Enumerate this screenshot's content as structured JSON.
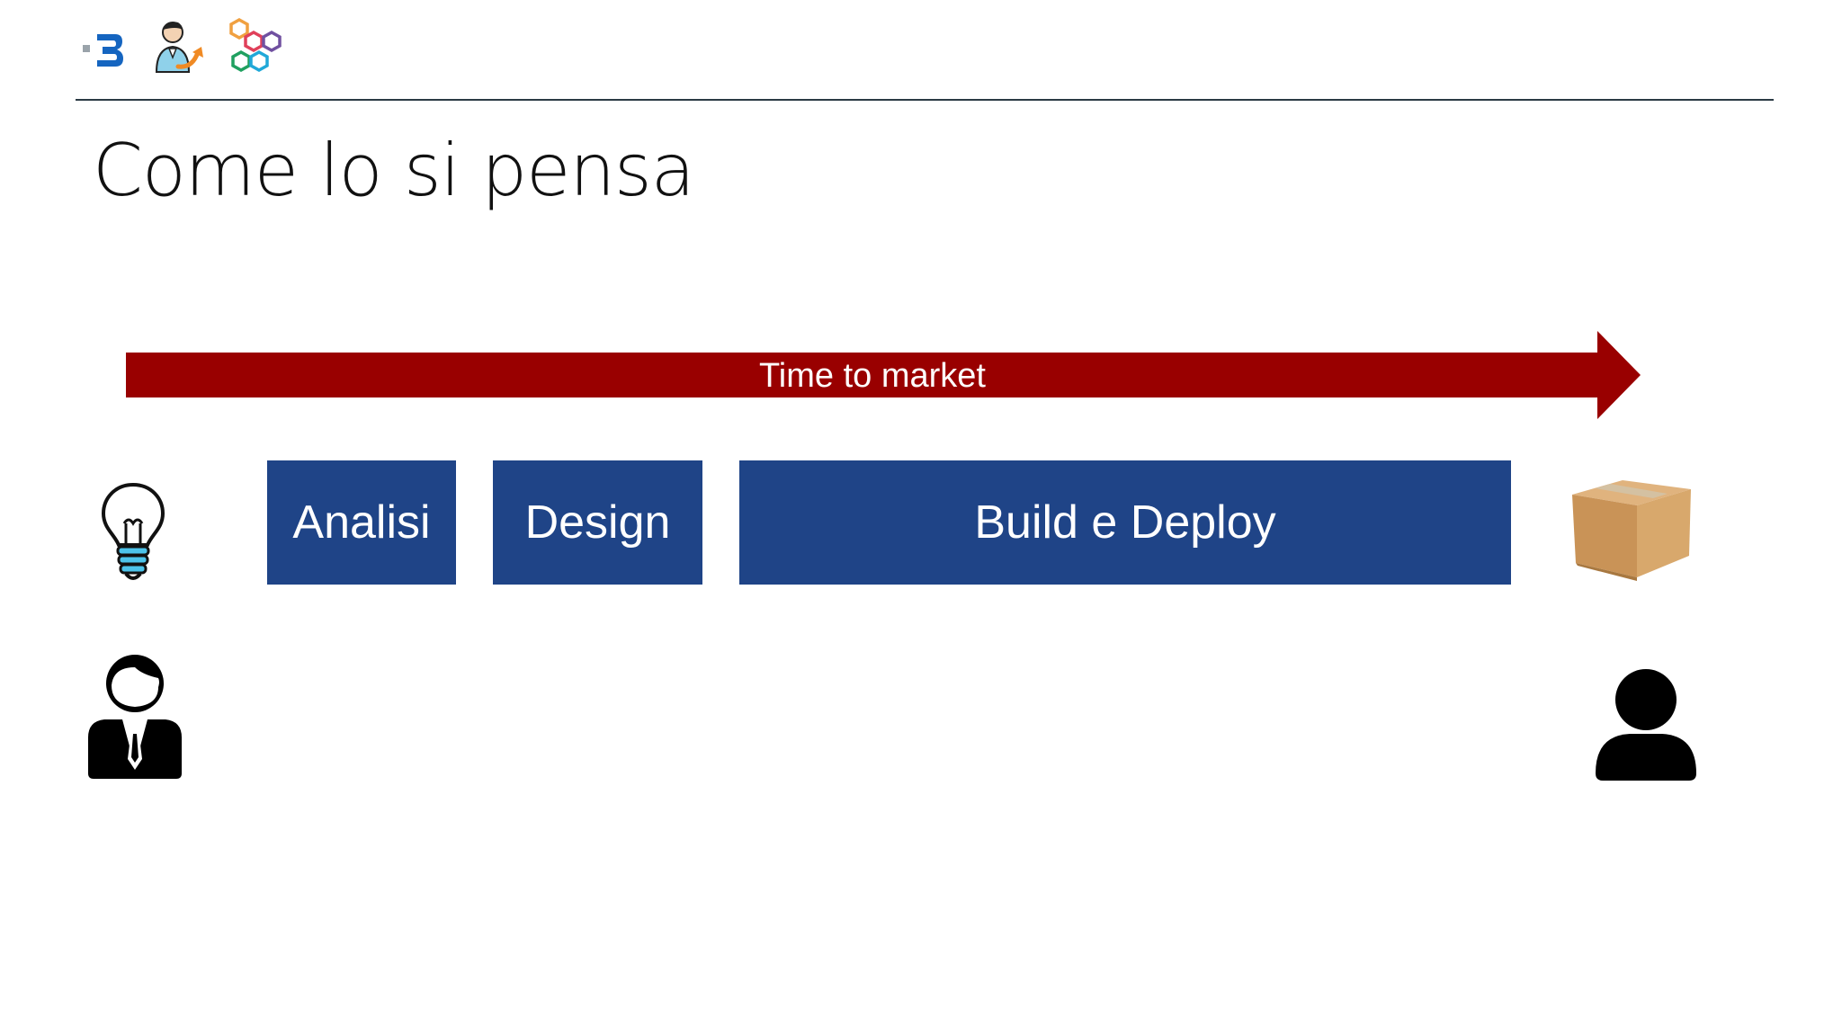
{
  "slide": {
    "title": "Come lo si pensa"
  },
  "timeline": {
    "label": "Time to market",
    "arrow_color": "#990000"
  },
  "phases": [
    {
      "label": "Analisi"
    },
    {
      "label": "Design"
    },
    {
      "label": "Build e Deploy"
    }
  ],
  "colors": {
    "phase_fill": "#1f4487",
    "header_rule": "#2b3a44",
    "logo_blue": "#1565c0"
  },
  "icons": {
    "logo_brand": "b3-logo-icon",
    "logo_person": "person-growth-icon",
    "logo_hex": "hexagon-cluster-icon",
    "idea": "lightbulb-icon",
    "product": "cardboard-box-icon",
    "business": "businessman-icon",
    "customer": "user-icon"
  }
}
